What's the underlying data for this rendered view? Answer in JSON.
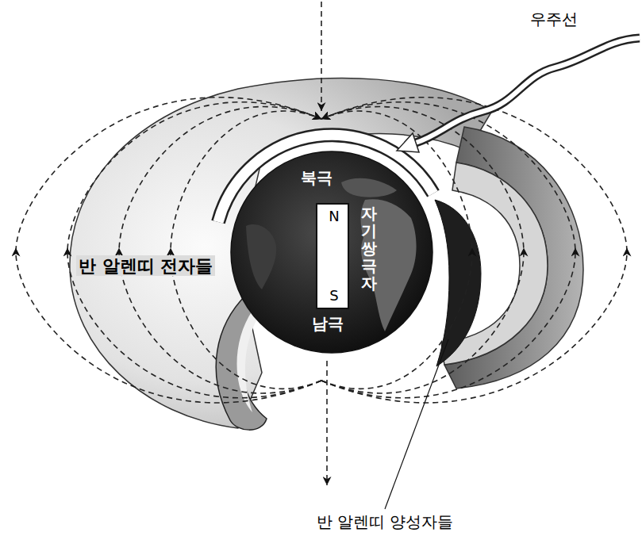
{
  "diagram": {
    "nodes": [
      {
        "text": [
          "반 알렌띠 전자들"
        ]
      },
      {
        "text": [
          "북극",
          "자기쌍극자",
          "남극"
        ]
      },
      {
        "text": [
          "N",
          "S"
        ],
        "in": 1
      }
    ],
    "labels": [
      "우주선",
      "반 알렌띠 양성자들"
    ]
  }
}
